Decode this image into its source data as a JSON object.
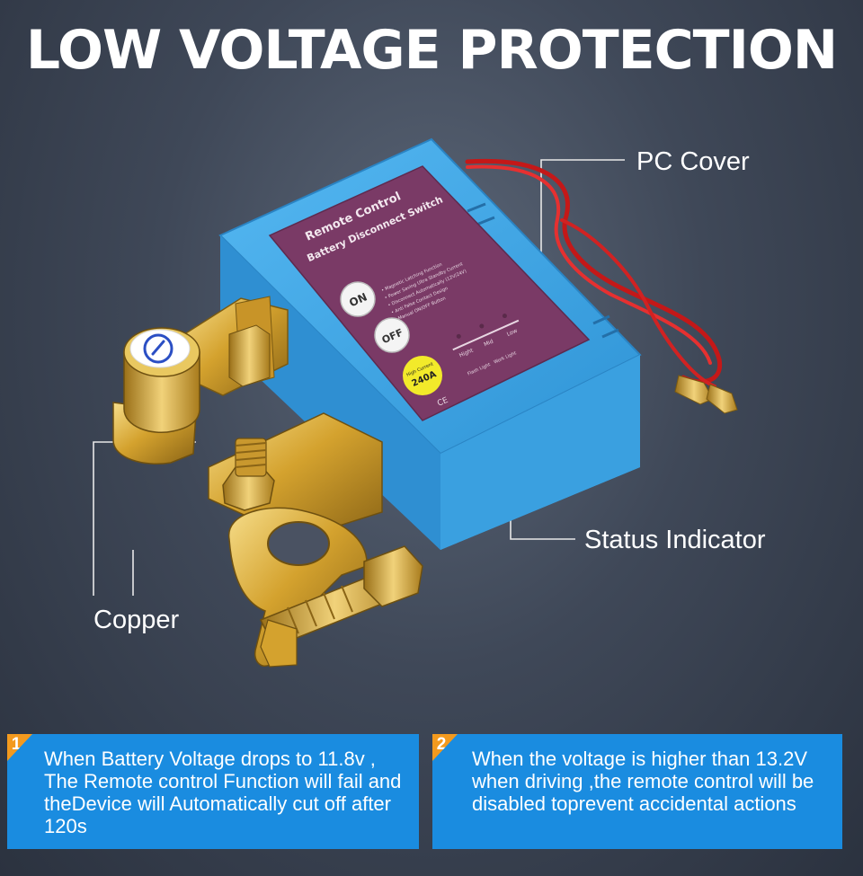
{
  "title": "LOW VOLTAGE PROTECTION",
  "callouts": {
    "pc_cover": "PC Cover",
    "status_indicator": "Status Indicator",
    "copper": "Copper"
  },
  "device_label": {
    "line1": "Remote Control",
    "line2": "Battery Disconnect Switch",
    "on_button": "ON",
    "off_button": "OFF",
    "features": [
      "• Magnetic Latching Function",
      "• Power Saving Ultra Standby Current",
      "• Disconnect Automatically (12V/24V)",
      "• Anti False Contact Design",
      "• Manual ON/OFF Button"
    ],
    "level_labels": [
      "Hight",
      "Mid",
      "Low"
    ],
    "light_labels": [
      "Flash Light",
      "Work Light"
    ],
    "current_badge_top": "High Current",
    "current_badge_value": "240A",
    "ce_mark": "CE"
  },
  "info_boxes": [
    {
      "number": "1",
      "text": "When Battery Voltage drops to 11.8v , The Remote control Function will fail and theDevice will Automatically cut off after 120s"
    },
    {
      "number": "2",
      "text": "When the voltage is higher than 13.2V when driving ,the remote control will be disabled toprevent accidental actions"
    }
  ],
  "colors": {
    "box_blue": "#1a8ce0",
    "badge_orange": "#f39a1e",
    "housing_blue": "#3ea8e8",
    "panel_purple": "#7a3a66",
    "brass": "#d4a22e"
  }
}
